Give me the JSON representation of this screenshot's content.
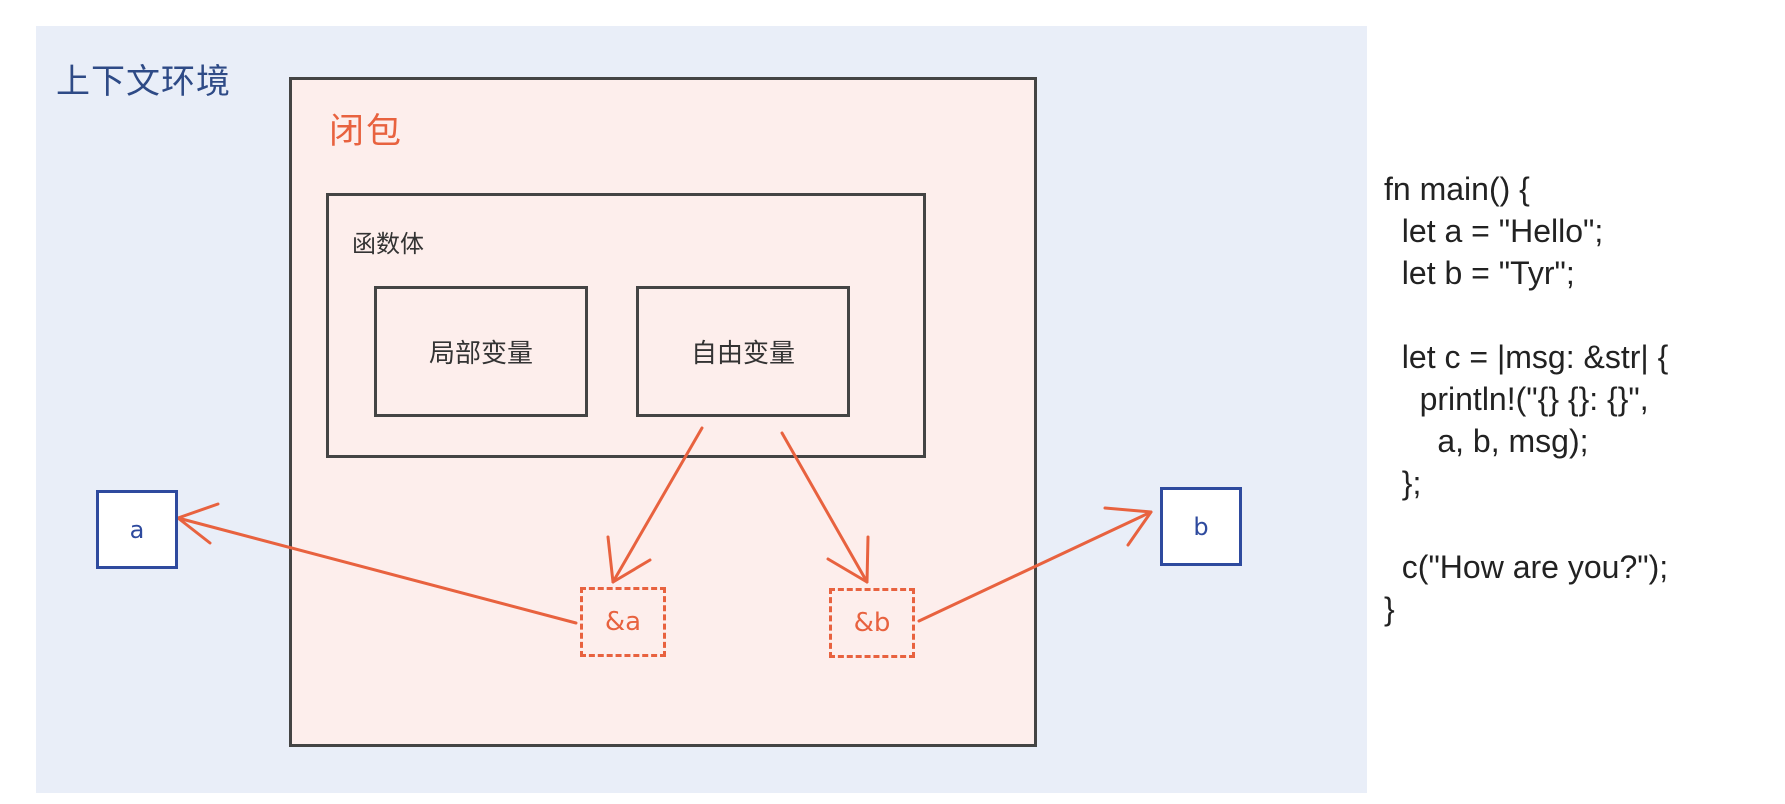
{
  "diagram": {
    "context_label": "上下文环境",
    "closure_label": "闭包",
    "function_body_label": "函数体",
    "local_vars_label": "局部变量",
    "free_vars_label": "自由变量",
    "ref_a_label": "&a",
    "ref_b_label": "&b",
    "var_a_label": "a",
    "var_b_label": "b"
  },
  "code": {
    "lines": [
      "fn main() {",
      "  let a = \"Hello\";",
      "  let b = \"Tyr\";",
      "",
      "  let c = |msg: &str| {",
      "    println!(\"{} {}: {}\",",
      "      a, b, msg);",
      "  };",
      "",
      "  c(\"How are you?\");",
      "}"
    ]
  },
  "colors": {
    "context_bg": "#e9eef8",
    "closure_bg": "#fdeeec",
    "accent_orange": "#e8623f",
    "accent_blue": "#2e4a9e"
  }
}
